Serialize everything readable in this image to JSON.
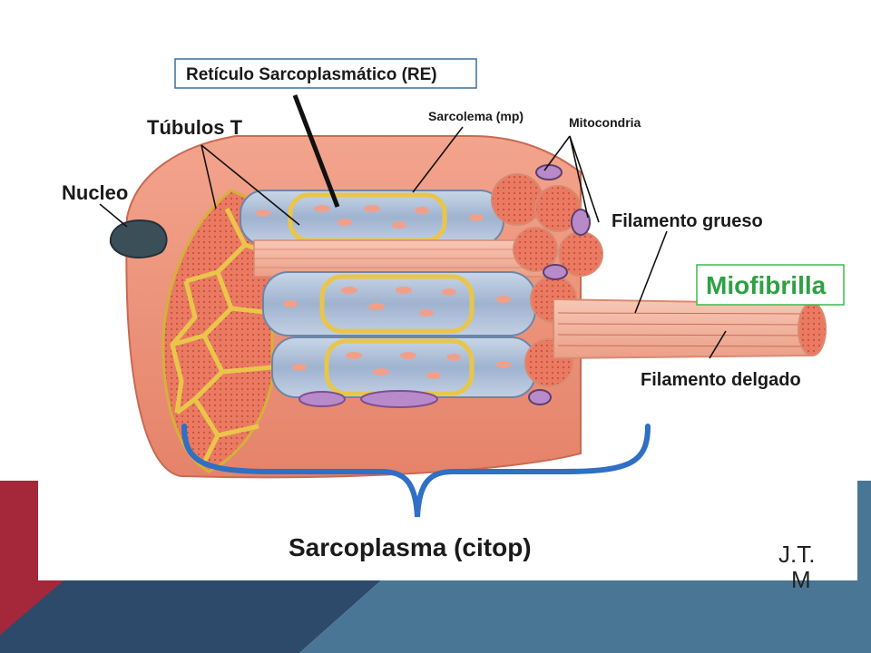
{
  "labels": {
    "reticulo": "Retículo Sarcoplasmático (RE)",
    "tubulos": "Túbulos T",
    "sarcolema": "Sarcolema (mp)",
    "mitocondria": "Mitocondria",
    "nucleo": "Nucleo",
    "filamento_grueso": "Filamento grueso",
    "miofibrilla": "Miofibrilla",
    "filamento_delgado": "Filamento delgado",
    "sarcoplasma": "Sarcoplasma (citop)",
    "author_line1": "J.T.",
    "author_line2": "M"
  },
  "colors": {
    "miofibrilla_text": "#2ea043",
    "miofibrilla_border": "#3fb950",
    "reticulo_border": "#3b6fa0",
    "brace": "#2f6fc4",
    "footer_red": "#a4283a",
    "footer_navy": "#2e4a6b",
    "footer_steel": "#4a7696"
  }
}
